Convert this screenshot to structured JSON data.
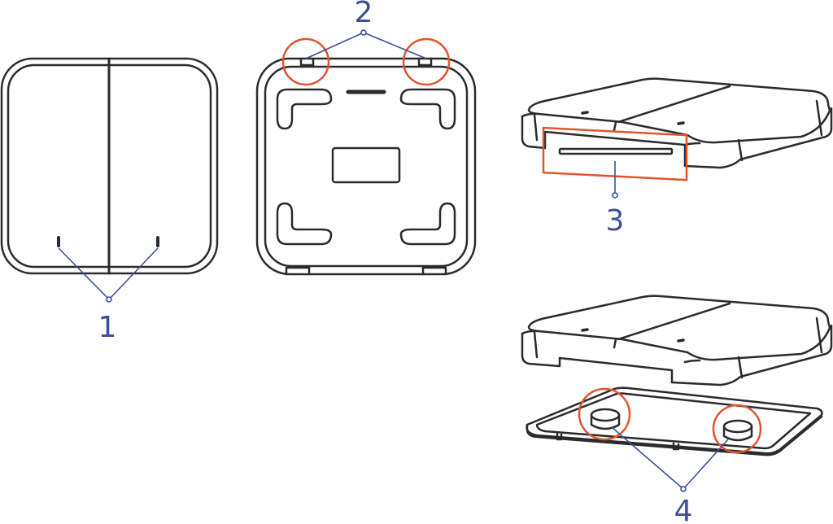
{
  "colors": {
    "outline": "#2b2b2b",
    "callout": "#3b4f9c",
    "highlight": "#e2542b"
  },
  "callouts": [
    {
      "number": "1"
    },
    {
      "number": "2"
    },
    {
      "number": "3"
    },
    {
      "number": "4"
    }
  ]
}
